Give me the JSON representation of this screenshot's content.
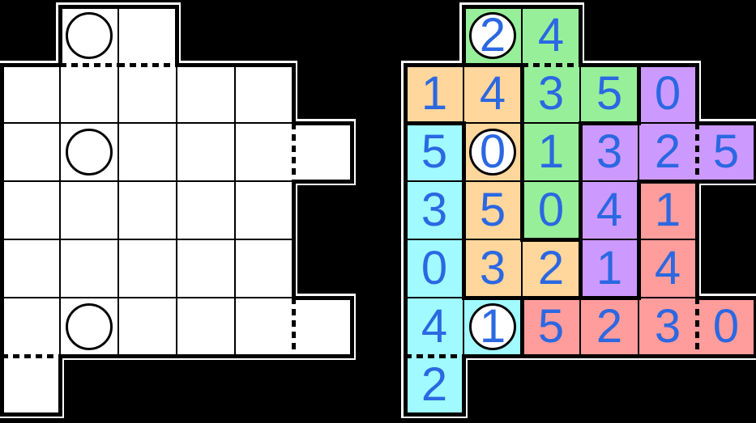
{
  "palette": {
    "background": "#000000",
    "board_fill": "#ffffff",
    "line_color": "#000000",
    "halo_color": "#ffffff",
    "digit_color": "#2b68e2",
    "region_colors": {
      "green": "#98ef9a",
      "orange": "#ffd69c",
      "cyan": "#a0faff",
      "purple": "#cc9aff",
      "red": "#ff9c9c"
    }
  },
  "boards": [
    {
      "name": "puzzle",
      "cells": [
        {
          "r": 0,
          "c": 1,
          "circle": true
        },
        {
          "r": 0,
          "c": 2
        },
        {
          "r": 1,
          "c": 0
        },
        {
          "r": 1,
          "c": 1
        },
        {
          "r": 1,
          "c": 2
        },
        {
          "r": 1,
          "c": 3
        },
        {
          "r": 1,
          "c": 4
        },
        {
          "r": 2,
          "c": 0
        },
        {
          "r": 2,
          "c": 1,
          "circle": true
        },
        {
          "r": 2,
          "c": 2
        },
        {
          "r": 2,
          "c": 3
        },
        {
          "r": 2,
          "c": 4
        },
        {
          "r": 2,
          "c": 5
        },
        {
          "r": 3,
          "c": 0
        },
        {
          "r": 3,
          "c": 1
        },
        {
          "r": 3,
          "c": 2
        },
        {
          "r": 3,
          "c": 3
        },
        {
          "r": 3,
          "c": 4
        },
        {
          "r": 4,
          "c": 0
        },
        {
          "r": 4,
          "c": 1
        },
        {
          "r": 4,
          "c": 2
        },
        {
          "r": 4,
          "c": 3
        },
        {
          "r": 4,
          "c": 4
        },
        {
          "r": 5,
          "c": 0
        },
        {
          "r": 5,
          "c": 1,
          "circle": true
        },
        {
          "r": 5,
          "c": 2
        },
        {
          "r": 5,
          "c": 3
        },
        {
          "r": 5,
          "c": 4
        },
        {
          "r": 5,
          "c": 5
        },
        {
          "r": 6,
          "c": 0
        }
      ],
      "dotted_edges": [
        {
          "r": 0,
          "c": 1,
          "side": "bottom"
        },
        {
          "r": 0,
          "c": 2,
          "side": "bottom"
        },
        {
          "r": 2,
          "c": 5,
          "side": "left"
        },
        {
          "r": 5,
          "c": 5,
          "side": "left"
        },
        {
          "r": 6,
          "c": 0,
          "side": "top"
        }
      ]
    },
    {
      "name": "solution",
      "cells": [
        {
          "r": 0,
          "c": 1,
          "value": "2",
          "region": "green",
          "circle": true
        },
        {
          "r": 0,
          "c": 2,
          "value": "4",
          "region": "green"
        },
        {
          "r": 1,
          "c": 0,
          "value": "1",
          "region": "orange"
        },
        {
          "r": 1,
          "c": 1,
          "value": "4",
          "region": "orange"
        },
        {
          "r": 1,
          "c": 2,
          "value": "3",
          "region": "green"
        },
        {
          "r": 1,
          "c": 3,
          "value": "5",
          "region": "green"
        },
        {
          "r": 1,
          "c": 4,
          "value": "0",
          "region": "purple"
        },
        {
          "r": 2,
          "c": 0,
          "value": "5",
          "region": "cyan"
        },
        {
          "r": 2,
          "c": 1,
          "value": "0",
          "region": "orange",
          "circle": true
        },
        {
          "r": 2,
          "c": 2,
          "value": "1",
          "region": "green"
        },
        {
          "r": 2,
          "c": 3,
          "value": "3",
          "region": "purple"
        },
        {
          "r": 2,
          "c": 4,
          "value": "2",
          "region": "purple"
        },
        {
          "r": 2,
          "c": 5,
          "value": "5",
          "region": "purple"
        },
        {
          "r": 3,
          "c": 0,
          "value": "3",
          "region": "cyan"
        },
        {
          "r": 3,
          "c": 1,
          "value": "5",
          "region": "orange"
        },
        {
          "r": 3,
          "c": 2,
          "value": "0",
          "region": "green"
        },
        {
          "r": 3,
          "c": 3,
          "value": "4",
          "region": "purple"
        },
        {
          "r": 3,
          "c": 4,
          "value": "1",
          "region": "red"
        },
        {
          "r": 4,
          "c": 0,
          "value": "0",
          "region": "cyan"
        },
        {
          "r": 4,
          "c": 1,
          "value": "3",
          "region": "orange"
        },
        {
          "r": 4,
          "c": 2,
          "value": "2",
          "region": "orange"
        },
        {
          "r": 4,
          "c": 3,
          "value": "1",
          "region": "purple"
        },
        {
          "r": 4,
          "c": 4,
          "value": "4",
          "region": "red"
        },
        {
          "r": 5,
          "c": 0,
          "value": "4",
          "region": "cyan"
        },
        {
          "r": 5,
          "c": 1,
          "value": "1",
          "region": "cyan",
          "circle": true
        },
        {
          "r": 5,
          "c": 2,
          "value": "5",
          "region": "red"
        },
        {
          "r": 5,
          "c": 3,
          "value": "2",
          "region": "red"
        },
        {
          "r": 5,
          "c": 4,
          "value": "3",
          "region": "red"
        },
        {
          "r": 5,
          "c": 5,
          "value": "0",
          "region": "red"
        },
        {
          "r": 6,
          "c": 0,
          "value": "2",
          "region": "cyan"
        }
      ],
      "dotted_edges": [
        {
          "r": 0,
          "c": 2,
          "side": "bottom"
        },
        {
          "r": 2,
          "c": 5,
          "side": "left"
        },
        {
          "r": 5,
          "c": 5,
          "side": "left"
        },
        {
          "r": 6,
          "c": 0,
          "side": "top"
        }
      ]
    }
  ]
}
